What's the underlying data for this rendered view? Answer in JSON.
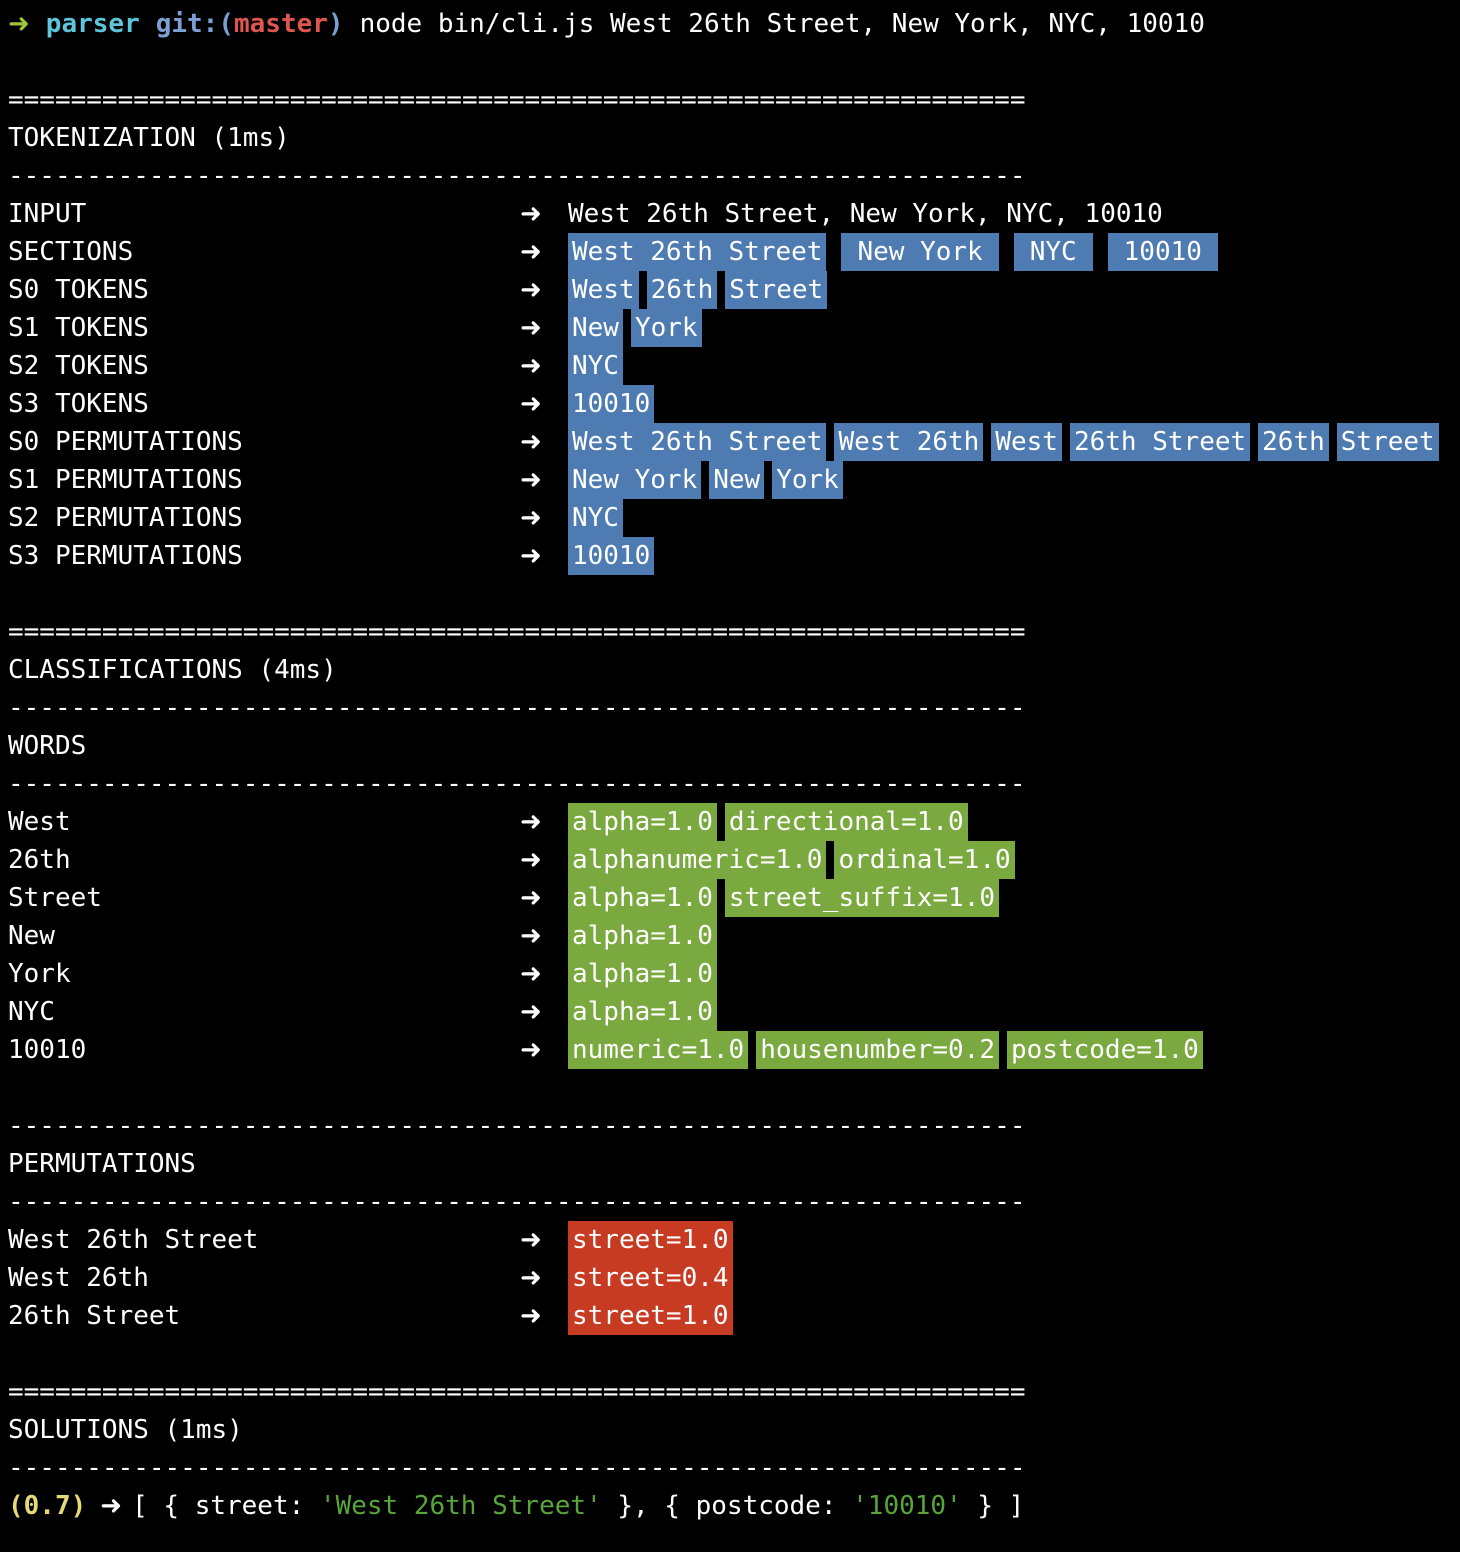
{
  "ui": {
    "arrow": "➜"
  },
  "colors": {
    "background": "#000000",
    "foreground": "#ffffff",
    "chip_blue": "#4e7bb2",
    "chip_green": "#7aa93f",
    "chip_red": "#c83b23",
    "prompt_arrow_green": "#9fc33c",
    "prompt_cyan": "#5ec6dc",
    "git_blue": "#7aa0d4",
    "branch_red": "#df564e",
    "score_yellow": "#e5da78",
    "string_green": "#58a53a"
  },
  "prompt": {
    "arrow": "➜",
    "dir": "parser",
    "git_prefix": "git:(",
    "branch": "master",
    "git_suffix": ")",
    "command": "node bin/cli.js West 26th Street, New York, NYC, 10010"
  },
  "separators": {
    "double": "=================================================================",
    "dash": "-----------------------------------------------------------------"
  },
  "tokenization": {
    "title": "TOKENIZATION (1ms)",
    "rows": [
      {
        "label": "INPUT",
        "value": "West 26th Street, New York, NYC, 10010"
      },
      {
        "label": "SECTIONS",
        "variant": "sections",
        "chips": [
          "West 26th Street",
          "New York",
          "NYC",
          "10010"
        ]
      },
      {
        "label": "S0 TOKENS",
        "chips": [
          "West",
          "26th",
          "Street"
        ]
      },
      {
        "label": "S1 TOKENS",
        "chips": [
          "New",
          "York"
        ]
      },
      {
        "label": "S2 TOKENS",
        "chips": [
          "NYC"
        ]
      },
      {
        "label": "S3 TOKENS",
        "chips": [
          "10010"
        ]
      },
      {
        "label": "S0 PERMUTATIONS",
        "chips": [
          "West 26th Street",
          "West 26th",
          "West",
          "26th Street",
          "26th",
          "Street"
        ]
      },
      {
        "label": "S1 PERMUTATIONS",
        "chips": [
          "New York",
          "New",
          "York"
        ]
      },
      {
        "label": "S2 PERMUTATIONS",
        "chips": [
          "NYC"
        ]
      },
      {
        "label": "S3 PERMUTATIONS",
        "chips": [
          "10010"
        ]
      }
    ]
  },
  "classifications": {
    "title": "CLASSIFICATIONS (4ms)",
    "words_title": "WORDS",
    "words": [
      {
        "label": "West",
        "chips": [
          "alpha=1.0",
          "directional=1.0"
        ]
      },
      {
        "label": "26th",
        "chips": [
          "alphanumeric=1.0",
          "ordinal=1.0"
        ]
      },
      {
        "label": "Street",
        "chips": [
          "alpha=1.0",
          "street_suffix=1.0"
        ]
      },
      {
        "label": "New",
        "chips": [
          "alpha=1.0"
        ]
      },
      {
        "label": "York",
        "chips": [
          "alpha=1.0"
        ]
      },
      {
        "label": "NYC",
        "chips": [
          "alpha=1.0"
        ]
      },
      {
        "label": "10010",
        "chips": [
          "numeric=1.0",
          "housenumber=0.2",
          "postcode=1.0"
        ]
      }
    ],
    "permutations_title": "PERMUTATIONS",
    "permutations": [
      {
        "label": "West 26th Street",
        "chips": [
          "street=1.0"
        ]
      },
      {
        "label": "West 26th",
        "chips": [
          "street=0.4"
        ]
      },
      {
        "label": "26th Street",
        "chips": [
          "street=1.0"
        ]
      }
    ]
  },
  "solutions": {
    "title": "SOLUTIONS (1ms)",
    "score": "(0.7)",
    "arrow": "➜",
    "segments": [
      {
        "type": "plain",
        "text": "[ { street: "
      },
      {
        "type": "string",
        "text": "'West 26th Street'"
      },
      {
        "type": "plain",
        "text": " }, { postcode: "
      },
      {
        "type": "string",
        "text": "'10010'"
      },
      {
        "type": "plain",
        "text": " } ]"
      }
    ]
  }
}
